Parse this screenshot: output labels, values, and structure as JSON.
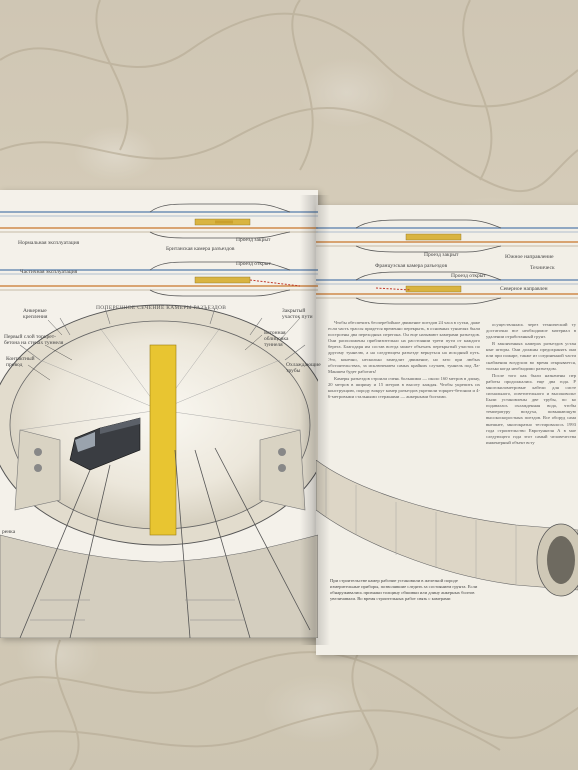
{
  "diagram_left": {
    "row1": {
      "left_label": "Нормальная эксплуатация",
      "chamber_label": "Британская камера разъездов",
      "pass_label": "Проезд закрыт"
    },
    "row2": {
      "left_label": "Частичная эксплуатация",
      "pass_label": "Проезд открыт"
    }
  },
  "diagram_right": {
    "row1": {
      "pass_label": "Проезд закрыт",
      "chamber_label": "Французская камера разъездов",
      "right1": "Южное направление",
      "right2": "Техническ"
    },
    "row2": {
      "pass_label": "Проезд открыт",
      "right": "Северное направлен"
    }
  },
  "section_title": "ПОПЕРЕЧНОЕ СЕЧЕНИЕ КАМЕРЫ РАЗЪЕЗДОВ",
  "callouts": {
    "anchors": "Анкерные крепления",
    "first_layer": "Первый слой торкрет-бетона на стенах туннеля",
    "contact_wire": "Контактный провод",
    "concrete_lining": "Бетонная облицовка туннеля",
    "closed_track": "Закрытый участок пути",
    "cooling_pipes": "Охлаждающие трубы",
    "left_edge": "ренка"
  },
  "text_col1": [
    "Чтобы обеспечить бесперебойное движение поездов 24 часа в сутки, даже если часть трассы придется временно перекрыть, в основных туннелях были построены два переходных перегона. Он еще называют камерами разъездов. Они расположены приблизительно на расстоянии трети пути от каждого берега. Благодаря им состав всегда может объехать перекрытый участок по другому туннелю, а на следующем разъезде вернуться на исходный путь. Это, конечно, несколько замедлит движение, но зато при любых обстоятельствах, за исключением самых крайних случаев, туннель под Ла-Маншем будет работать!",
    "Камеры разъездов строили очень большими — около 160 метров в длину, 20 метров в ширину и 15 метров в высоту каждая. Чтобы укрепить их конструкцию, породу вокруг камер разъездов укрепили торкрет-бетоном и 4-6-метровыми стальными стержнями — анкерными болтами."
  ],
  "text_col2": [
    "осуществлялась через технический ту достаточно все необходимое материал в удалении отработанный грунт.",
    "В законченных камерах разъездов устан ные шторы. Они должны предохранять они или при пожаре, также из соединенной части снабжения воздухом во время открывается, только когда необходимо разъездом.",
    "После того как были назначены пер работы продолжались еще два года. Р многокилометровые кабели для систе сигнального, осветительного и высоковольт Были установлены две трубы, по ко подавалась охлажденная вода, чтобы температуру воздуха, повышающую высокоскоростных поездов. Все оборуд сама внешнее, многократно тестировалось 1993 года строительство Евротуннеля А в мае следующего года этот самый человечества инженерный объект всту"
  ],
  "note_bottom": "При строительстве камер рабочие установили в железной породе измерительные приборы, позволявшие следить за состоянием грунта. Если обнаруживались признаки толщину обшивки или длину анкерных болтов увеличивали. Во время строительных работ связь с камерами"
}
